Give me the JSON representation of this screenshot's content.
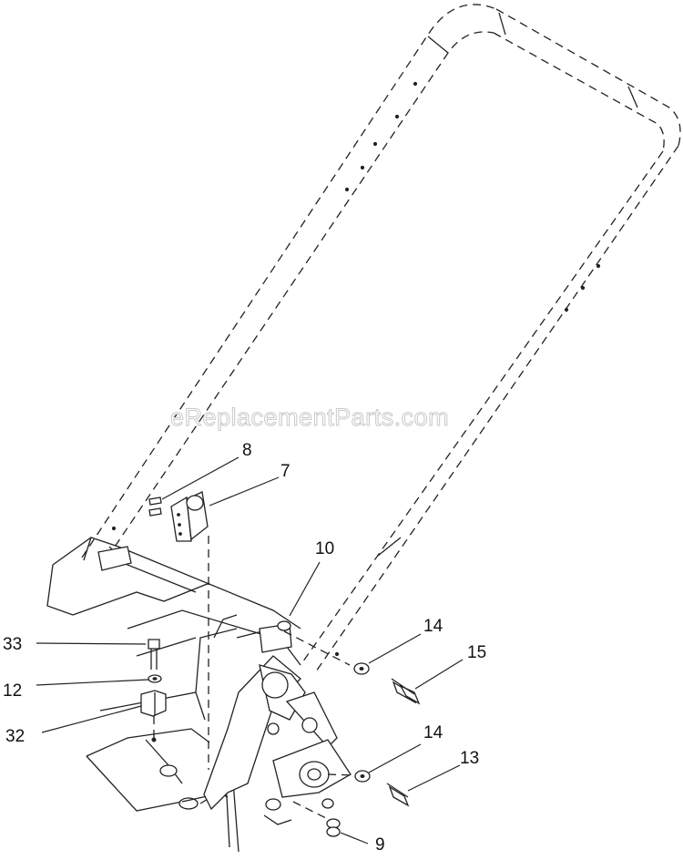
{
  "watermark": "eReplacementParts.com",
  "callouts": {
    "c8": "8",
    "c7": "7",
    "c10": "10",
    "c14a": "14",
    "c15": "15",
    "c33": "33",
    "c12": "12",
    "c32": "32",
    "c14b": "14",
    "c13": "13",
    "c9": "9"
  }
}
